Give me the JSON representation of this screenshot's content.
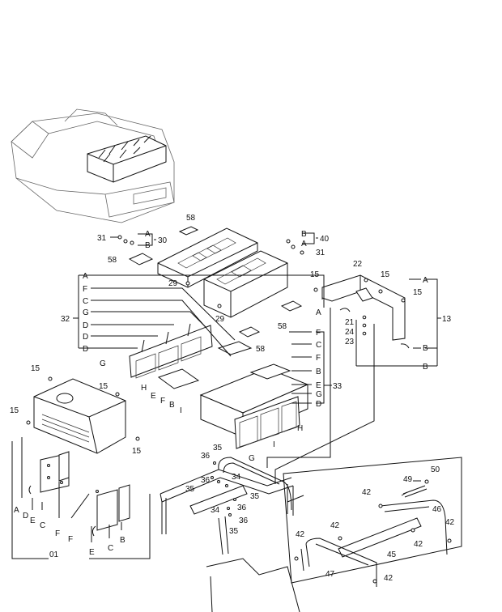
{
  "diagram": {
    "callouts": [
      {
        "id": "c58a",
        "text": "58"
      },
      {
        "id": "c31a",
        "text": "31"
      },
      {
        "id": "cAa",
        "text": "A"
      },
      {
        "id": "cBa",
        "text": "B"
      },
      {
        "id": "c30",
        "text": "30"
      },
      {
        "id": "cBb",
        "text": "B"
      },
      {
        "id": "c40",
        "text": "40"
      },
      {
        "id": "cAb",
        "text": "A"
      },
      {
        "id": "c31b",
        "text": "31"
      },
      {
        "id": "c58b",
        "text": "58"
      },
      {
        "id": "c29a",
        "text": "29"
      },
      {
        "id": "c29b",
        "text": "29"
      },
      {
        "id": "c58c",
        "text": "58"
      },
      {
        "id": "c58d",
        "text": "58"
      },
      {
        "id": "c22",
        "text": "22"
      },
      {
        "id": "c15a",
        "text": "15"
      },
      {
        "id": "c15b",
        "text": "15"
      },
      {
        "id": "c15c",
        "text": "15"
      },
      {
        "id": "cAc",
        "text": "A"
      },
      {
        "id": "c13",
        "text": "13"
      },
      {
        "id": "cAd",
        "text": "A"
      },
      {
        "id": "c21",
        "text": "21"
      },
      {
        "id": "c24",
        "text": "24"
      },
      {
        "id": "c23",
        "text": "23"
      },
      {
        "id": "cBc",
        "text": "B"
      },
      {
        "id": "cBd",
        "text": "B"
      },
      {
        "id": "c32",
        "text": "32"
      },
      {
        "id": "cA1",
        "text": "A"
      },
      {
        "id": "cF1",
        "text": "F"
      },
      {
        "id": "cC1",
        "text": "C"
      },
      {
        "id": "cG1",
        "text": "G"
      },
      {
        "id": "cD1",
        "text": "D"
      },
      {
        "id": "cD2",
        "text": "D"
      },
      {
        "id": "cD3",
        "text": "D"
      },
      {
        "id": "cG2",
        "text": "G"
      },
      {
        "id": "cH1",
        "text": "H"
      },
      {
        "id": "cE1",
        "text": "E"
      },
      {
        "id": "cF2",
        "text": "F"
      },
      {
        "id": "cB1",
        "text": "B"
      },
      {
        "id": "cI1",
        "text": "I"
      },
      {
        "id": "cF3",
        "text": "F"
      },
      {
        "id": "cC2",
        "text": "C"
      },
      {
        "id": "cF4",
        "text": "F"
      },
      {
        "id": "cB2",
        "text": "B"
      },
      {
        "id": "cE2",
        "text": "E"
      },
      {
        "id": "c33",
        "text": "33"
      },
      {
        "id": "cG3",
        "text": "G"
      },
      {
        "id": "cD4",
        "text": "D"
      },
      {
        "id": "cH2",
        "text": "H"
      },
      {
        "id": "cI2",
        "text": "I"
      },
      {
        "id": "cG4",
        "text": "G"
      },
      {
        "id": "c15d",
        "text": "15"
      },
      {
        "id": "c15e",
        "text": "15"
      },
      {
        "id": "c15f",
        "text": "15"
      },
      {
        "id": "c15g",
        "text": "15"
      },
      {
        "id": "c36a",
        "text": "36"
      },
      {
        "id": "c35a",
        "text": "35"
      },
      {
        "id": "c36b",
        "text": "36"
      },
      {
        "id": "c34a",
        "text": "34"
      },
      {
        "id": "c35b",
        "text": "35"
      },
      {
        "id": "c35c",
        "text": "35"
      },
      {
        "id": "c34b",
        "text": "34"
      },
      {
        "id": "c36c",
        "text": "36"
      },
      {
        "id": "c36d",
        "text": "36"
      },
      {
        "id": "c35d",
        "text": "35"
      },
      {
        "id": "cA2",
        "text": "A"
      },
      {
        "id": "cD5",
        "text": "D"
      },
      {
        "id": "cE3",
        "text": "E"
      },
      {
        "id": "cC3",
        "text": "C"
      },
      {
        "id": "cF5",
        "text": "F"
      },
      {
        "id": "cF6",
        "text": "F"
      },
      {
        "id": "cE4",
        "text": "E"
      },
      {
        "id": "cC4",
        "text": "C"
      },
      {
        "id": "cB3",
        "text": "B"
      },
      {
        "id": "c01",
        "text": "01"
      },
      {
        "id": "c49",
        "text": "49"
      },
      {
        "id": "c50",
        "text": "50"
      },
      {
        "id": "c42a",
        "text": "42"
      },
      {
        "id": "c46",
        "text": "46"
      },
      {
        "id": "c42b",
        "text": "42"
      },
      {
        "id": "c42c",
        "text": "42"
      },
      {
        "id": "c42d",
        "text": "42"
      },
      {
        "id": "c42e",
        "text": "42"
      },
      {
        "id": "c45",
        "text": "45"
      },
      {
        "id": "c47",
        "text": "47"
      },
      {
        "id": "c42f",
        "text": "42"
      }
    ]
  }
}
